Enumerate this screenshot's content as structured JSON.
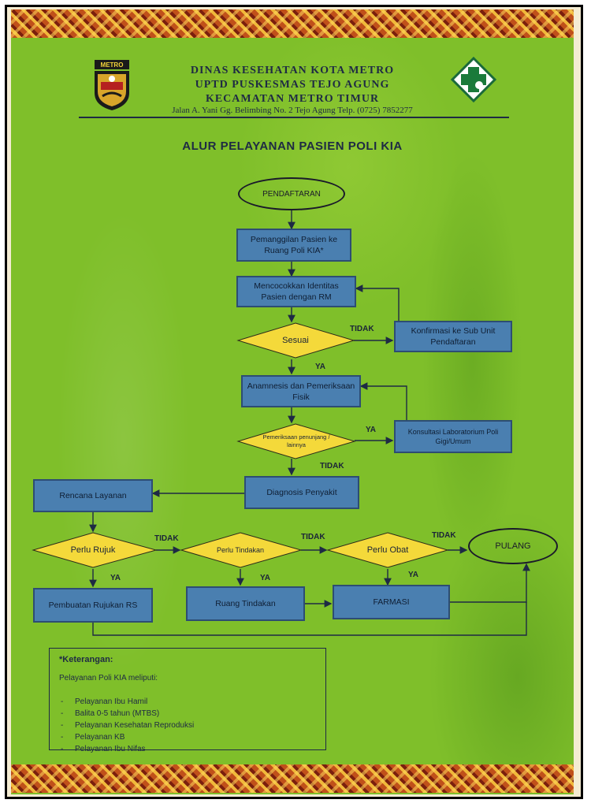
{
  "header": {
    "line1": "DINAS KESEHATAN KOTA METRO",
    "line2": "UPTD PUSKESMAS TEJO AGUNG",
    "line3": "KECAMATAN METRO TIMUR",
    "address": "Jalan A. Yani Gg. Belimbing No. 2 Tejo Agung Telp. (0725) 7852277",
    "logo_left_text": "METRO"
  },
  "title": "ALUR PELAYANAN PASIEN POLI KIA",
  "nodes": {
    "pendaftaran": "PENDAFTARAN",
    "pemanggilan": "Pemanggilan Pasien ke Ruang Poli KIA*",
    "mencocokkan": "Mencocokkan Identitas Pasien dengan RM",
    "sesuai": "Sesuai",
    "konfirmasi": "Konfirmasi ke Sub Unit Pendaftaran",
    "anamnesis": "Anamnesis dan Pemeriksaan Fisik",
    "pemeriksaan_penunjang": "Pemeriksaan penunjang / lainnya",
    "konsultasi": "Konsultasi Laboratorium Poli Gigi/Umum",
    "diagnosis": "Diagnosis Penyakit",
    "rencana": "Rencana Layanan",
    "perlu_rujuk": "Perlu Rujuk",
    "perlu_tindakan": "Perlu Tindakan",
    "perlu_obat": "Perlu Obat",
    "pulang": "PULANG",
    "pembuatan_rujukan": "Pembuatan Rujukan RS",
    "ruang_tindakan": "Ruang Tindakan",
    "farmasi": "FARMASI"
  },
  "edge_labels": {
    "tidak": "TIDAK",
    "ya": "YA"
  },
  "keterangan": {
    "heading": "*Keterangan:",
    "subheading": "Pelayanan Poli KIA meliputi:",
    "items": [
      "Pelayanan Ibu Hamil",
      "Balita 0-5 tahun (MTBS)",
      "Pelayanan Kesehatan Reproduksi",
      "Pelayanan KB",
      "Pelayanan Ibu Nifas"
    ]
  },
  "colors": {
    "poster_green": "#7fbf2a",
    "box_blue": "#4a7fb0",
    "diamond_yellow": "#f4d93a",
    "text_navy": "#1e2a44"
  }
}
